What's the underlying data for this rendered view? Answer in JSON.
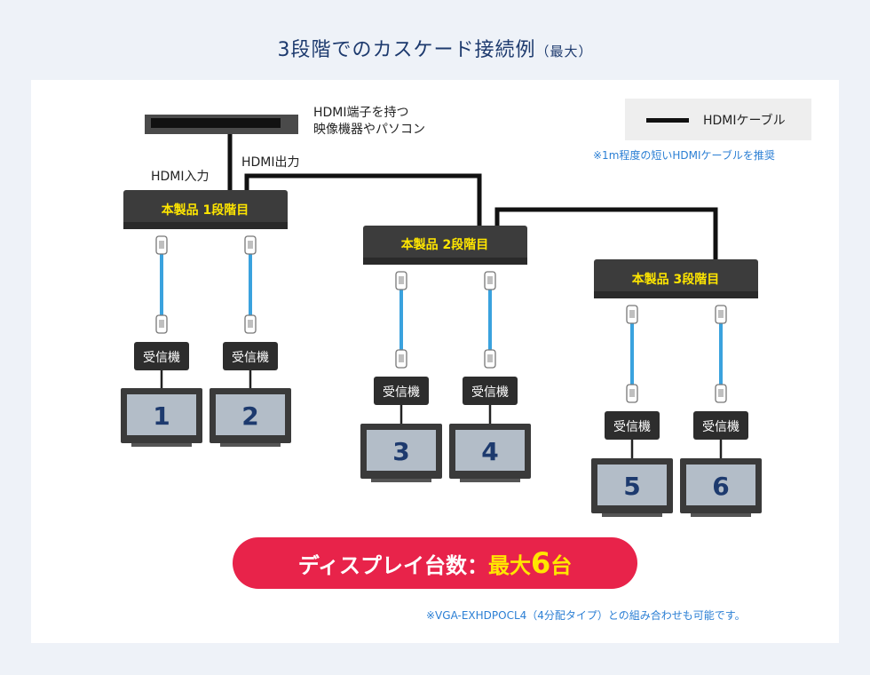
{
  "title": {
    "main": "3段階でのカスケード接続例",
    "sub": "（最大）"
  },
  "source": {
    "line1": "HDMI端子を持つ",
    "line2": "映像機器やパソコン"
  },
  "port_labels": {
    "input": "HDMI入力",
    "output": "HDMI出力"
  },
  "legend": {
    "label": "HDMIケーブル",
    "note": "※1m程度の短いHDMIケーブルを推奨"
  },
  "units": [
    {
      "label": "本製品 1段階目"
    },
    {
      "label": "本製品 2段階目"
    },
    {
      "label": "本製品 3段階目"
    }
  ],
  "receiver_label": "受信機",
  "displays": [
    "1",
    "2",
    "3",
    "4",
    "5",
    "6"
  ],
  "badge": {
    "prefix": "ディスプレイ台数：",
    "max": "最大",
    "count": "6",
    "unit": "台"
  },
  "footnote": "※VGA-EXHDPOCL4（4分配タイプ）との組み合わせも可能です。",
  "colors": {
    "accent_blue": "#2b7fd4",
    "cable_blue": "#3aa2de",
    "badge_red": "#e8234a",
    "unit_text": "#ffe600",
    "title": "#1d3a6e"
  }
}
